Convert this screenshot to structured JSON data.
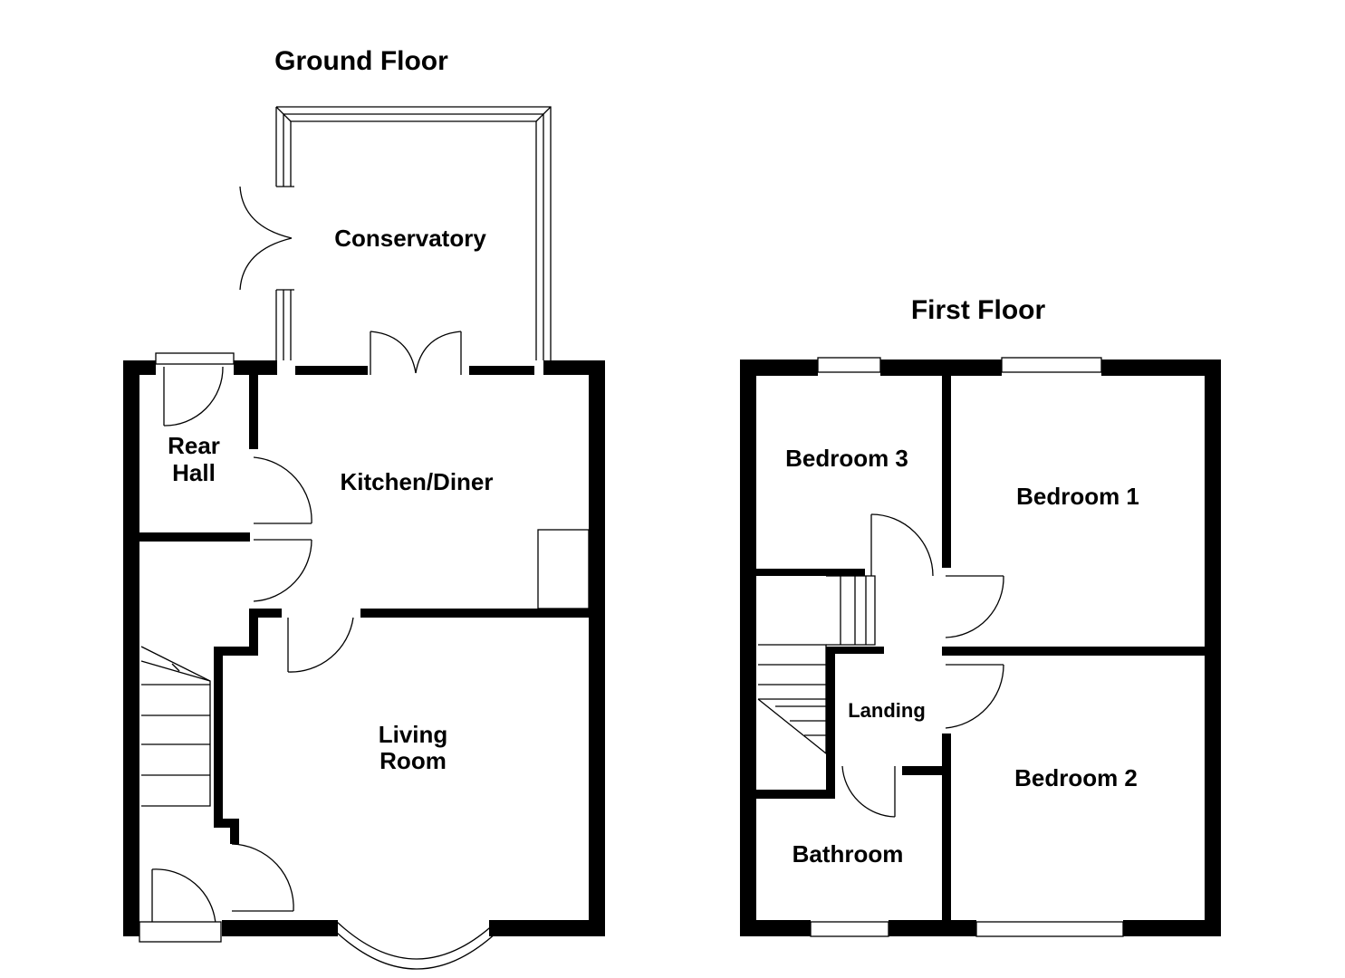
{
  "floors": [
    {
      "title": "Ground Floor",
      "rooms": [
        {
          "label_lines": [
            "Conservatory"
          ]
        },
        {
          "label_lines": [
            "Rear",
            "Hall"
          ]
        },
        {
          "label_lines": [
            "Kitchen/Diner"
          ]
        },
        {
          "label_lines": [
            "Living",
            "Room"
          ]
        }
      ]
    },
    {
      "title": "First Floor",
      "rooms": [
        {
          "label_lines": [
            "Bedroom 3"
          ]
        },
        {
          "label_lines": [
            "Bedroom 1"
          ]
        },
        {
          "label_lines": [
            "Landing"
          ]
        },
        {
          "label_lines": [
            "Bedroom 2"
          ]
        },
        {
          "label_lines": [
            "Bathroom"
          ]
        }
      ]
    }
  ],
  "colors": {
    "wall": "#000000",
    "background": "#ffffff"
  }
}
